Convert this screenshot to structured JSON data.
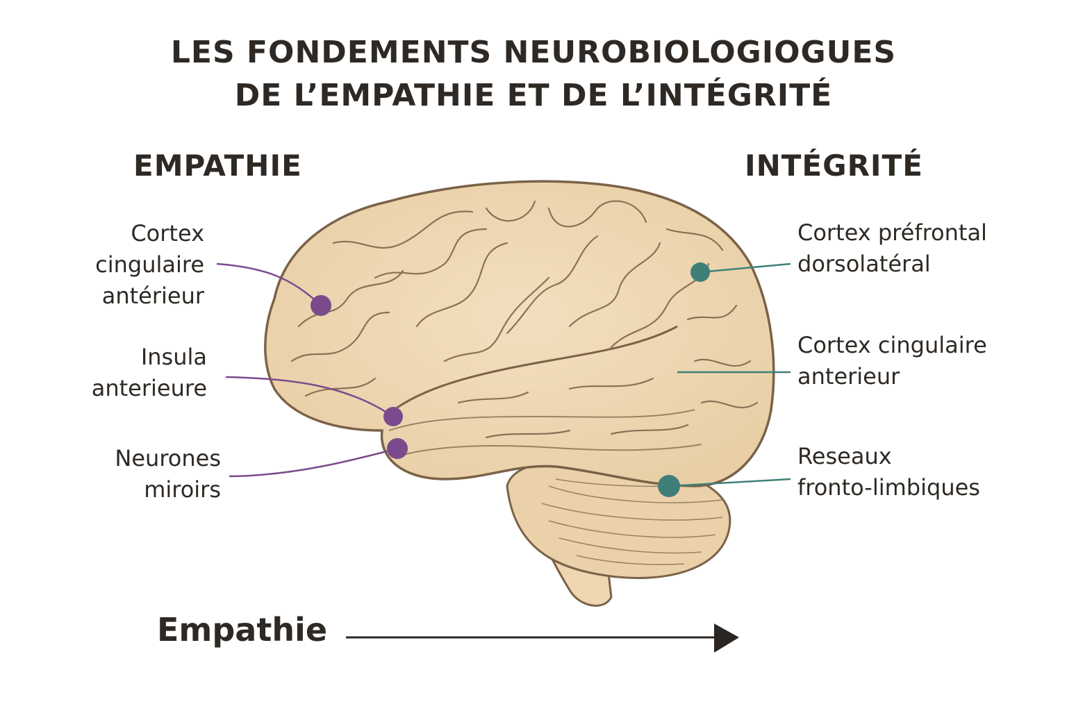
{
  "title": {
    "line1": "LES FONDEMENTS NEUROBIOLOGIOGUES",
    "line2": "DE L’EMPATHIE ET DE L’INTÉGRITÉ"
  },
  "headings": {
    "left": "EMPATHIE",
    "right": "INTÉGRITÉ"
  },
  "left_labels": [
    {
      "lines": [
        "Cortex",
        "cingulaire",
        "antérieur"
      ]
    },
    {
      "lines": [
        "Insula",
        "anterieure"
      ]
    },
    {
      "lines": [
        "Neurones",
        "miroirs"
      ]
    }
  ],
  "right_labels": [
    {
      "lines": [
        "Cortex préfrontal",
        "dorsolatéral"
      ]
    },
    {
      "lines": [
        "Cortex cingulaire",
        "anterieur"
      ]
    },
    {
      "lines": [
        "Reseaux",
        "fronto-limbiques"
      ]
    }
  ],
  "bottom": {
    "label": "Empathie"
  },
  "colors": {
    "empathy_marker": "#7b4a8c",
    "integrity_marker": "#3f7f78",
    "brain_fill": "#f0d9b5",
    "brain_outline": "#7a6248"
  }
}
